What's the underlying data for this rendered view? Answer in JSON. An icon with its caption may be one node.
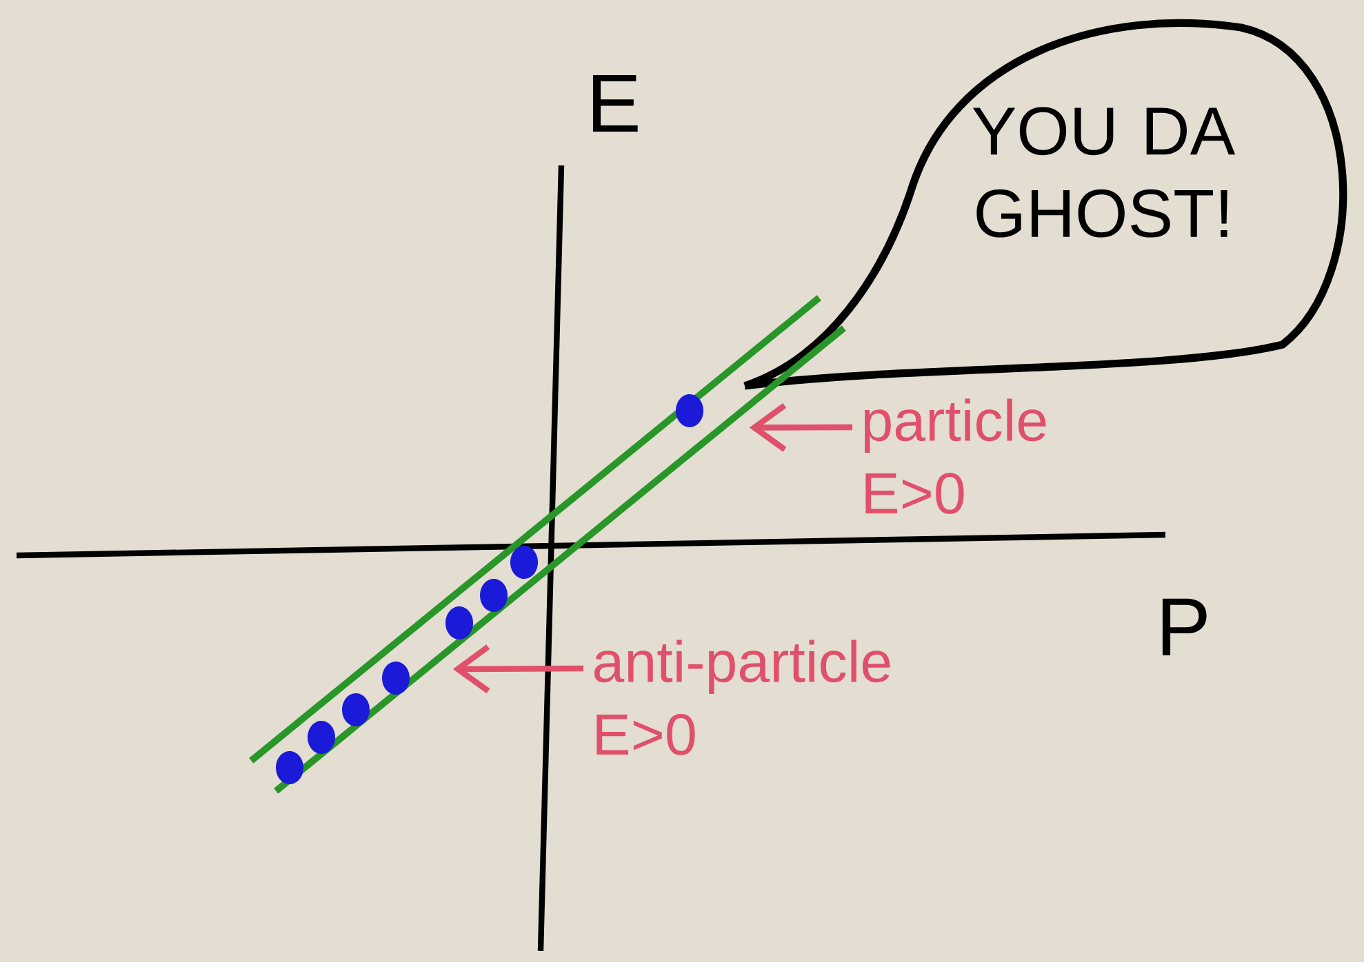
{
  "diagram": {
    "nodes": [
      {
        "text": [
          "YOU DA GHOST!"
        ]
      },
      {
        "text": [
          "particle E>0"
        ]
      },
      {
        "text": [
          "anti-particle E>0"
        ]
      },
      {
        "text": [],
        "shape": "bar"
      }
    ],
    "edges": [
      {
        "from": 1,
        "to": 3,
        "arrow": "to"
      },
      {
        "from": 2,
        "to": 3,
        "arrow": "to"
      }
    ],
    "labels": [
      "E",
      "P"
    ]
  }
}
